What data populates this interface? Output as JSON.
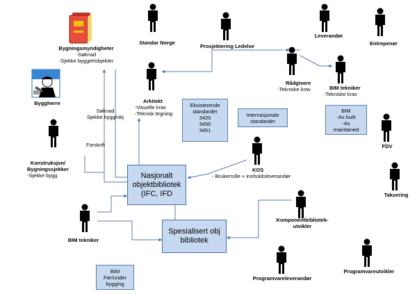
{
  "actors": {
    "byggherre": "Byggherre",
    "bygningsmyndigheter": {
      "name": "Bygningsmyndigheter",
      "lines": [
        "-Søknad",
        "-Sjekke bygget/objekter"
      ]
    },
    "standard_norge": "Standar Norge",
    "prosjektering": "Prosjektering Ledelse",
    "leverandor": "Leverandør",
    "entreprenor": "Entrepenør",
    "radgivere": {
      "name": "Rådgivere",
      "lines": [
        "-Tekniske krav"
      ]
    },
    "arkitekt": {
      "name": "Arkitekt",
      "lines": [
        "-Visuelle krav",
        "-Teknisk tegning"
      ]
    },
    "bim_tekniker_top": {
      "name": "BIM tekniker",
      "lines": [
        "-Tekniske krav"
      ]
    },
    "konstruksjon": {
      "name": "Konstruksjon/ Bygningssjekker",
      "lines": [
        "-Sjekke bygg"
      ]
    },
    "kos": {
      "name": "KOS",
      "lines": [
        "- Brukerrolle + innholdsleverandør"
      ]
    },
    "fdv": "FDV",
    "taksering": "Taksering",
    "bim_tekniker_bottom": "BIM tekniker",
    "komponent": "Komponentbibliotek-utvikler",
    "programvareleverandor": "Programvareleverandør",
    "programvareutvikler": "Programvareutvikler"
  },
  "boxes": {
    "nasjonalt": [
      "Nasjonalt",
      "objektbibliotek",
      "(IFC, IFD"
    ],
    "spesialisert": [
      "Spesialisert obj",
      "bibliotek"
    ],
    "eksisterende": [
      "Eksisterende",
      "standarder",
      "3420",
      "3450",
      "3451"
    ],
    "internasjonale": [
      "Internasjonale",
      "standarder"
    ],
    "bim_as_built": [
      "BIM",
      "-As built",
      "-As",
      "maintained"
    ],
    "bim_for_under": [
      "BIM",
      "Før/under",
      "bygging"
    ]
  },
  "edge_labels": {
    "soknad": [
      "Søknad",
      "Sjekke bygg/obj"
    ],
    "forskrift": "Forskrift"
  },
  "icons": {
    "person": "person-icon",
    "law_book": "law-book-icon",
    "builder": "builder-clipart-icon"
  },
  "colors": {
    "box_fill": "#c6d9f1",
    "box_border": "#5b7ca8",
    "connector": "#5b7ca8",
    "person": "#000000"
  }
}
